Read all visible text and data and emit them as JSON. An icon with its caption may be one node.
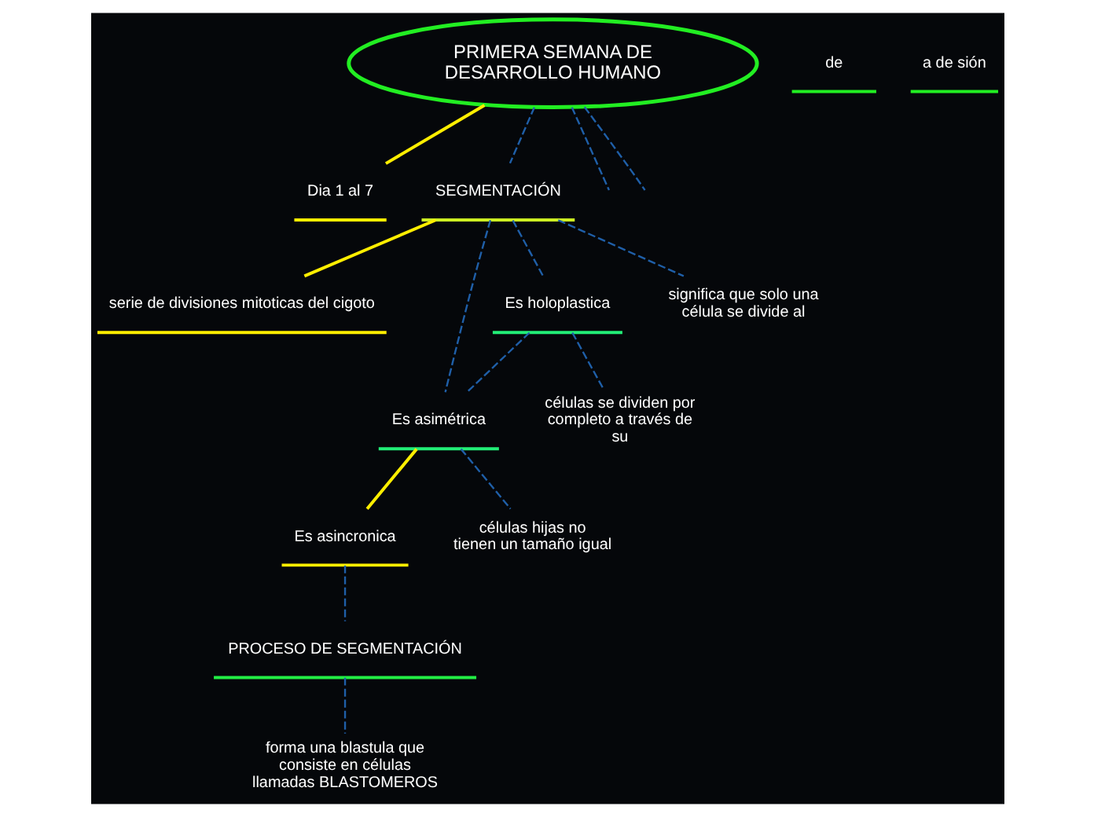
{
  "diagram": {
    "nodes": [
      {
        "text": [
          "PRIMERA SEMANA DE DESARROLLO HUMANO"
        ]
      },
      {
        "text": [
          "Dia 1 al 7"
        ]
      },
      {
        "text": [
          "SEGMENTACIÓN"
        ]
      },
      {
        "text": [
          "serie de divisiones mitoticas del cigoto"
        ]
      },
      {
        "text": [
          "Es holoplastica"
        ]
      },
      {
        "text": [
          "Es asimétrica"
        ]
      },
      {
        "text": [
          "Es asincronica"
        ]
      },
      {
        "text": [
          "PROCESO DE SEGMENTACIÓN"
        ]
      },
      {
        "text": [
          "células se dividen por completo a través de su"
        ]
      },
      {
        "text": [
          "células hijas no tienen un tamaño igual"
        ]
      },
      {
        "text": [
          "significa que solo una célula se divide al"
        ]
      },
      {
        "text": [
          "forma una blastula que consiste en células llamadas BLASTOMEROS"
        ]
      },
      {
        "text": [
          "de"
        ]
      },
      {
        "text": [
          "a de sión"
        ]
      }
    ],
    "edges": [
      {
        "from": 0,
        "to": null,
        "arrow": "none",
        "style": "dashed"
      },
      {
        "from": 0,
        "to": 1,
        "arrow": "none",
        "color": "#ffee00"
      },
      {
        "from": 0,
        "to": null,
        "arrow": "none",
        "style": "dashed"
      },
      {
        "from": 0,
        "to": 2,
        "arrow": "none",
        "style": "dashed"
      },
      {
        "from": 2,
        "to": 3,
        "arrow": "none",
        "color": "#ffee00"
      },
      {
        "from": 2,
        "to": 4,
        "arrow": "none",
        "style": "dashed"
      },
      {
        "from": 2,
        "to": 5,
        "arrow": "none",
        "style": "dashed"
      },
      {
        "from": 2,
        "to": 10,
        "arrow": "none",
        "style": "dashed"
      },
      {
        "from": 4,
        "to": 5,
        "arrow": "none",
        "style": "dashed"
      },
      {
        "from": 5,
        "to": 6,
        "arrow": "none",
        "color": "#ffee00"
      },
      {
        "from": 6,
        "to": 7,
        "arrow": "none",
        "style": "dashed"
      },
      {
        "from": 4,
        "to": 8,
        "arrow": "none",
        "style": "dashed"
      },
      {
        "from": 5,
        "to": 9,
        "arrow": "none",
        "style": "dashed"
      },
      {
        "from": 7,
        "to": 11,
        "arrow": "none",
        "style": "dashed"
      }
    ]
  }
}
